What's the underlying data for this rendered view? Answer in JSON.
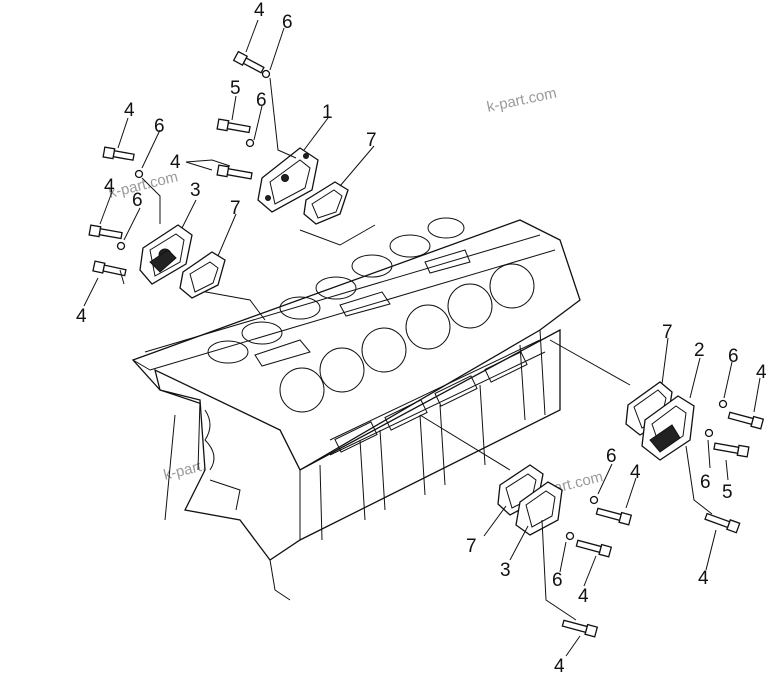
{
  "watermark": "k-part.com",
  "callouts": {
    "c1": "4",
    "c2": "6",
    "c3": "5",
    "c4": "6",
    "c5": "1",
    "c6": "4",
    "c7": "6",
    "c8": "4",
    "c9": "7",
    "c10": "4",
    "c11": "6",
    "c12": "3",
    "c13": "7",
    "c14": "4",
    "c15": "7",
    "c16": "2",
    "c17": "6",
    "c18": "4",
    "c19": "6",
    "c20": "5",
    "c21": "4",
    "c22": "6",
    "c23": "4",
    "c24": "7",
    "c25": "3",
    "c26": "6",
    "c27": "4",
    "c28": "4"
  }
}
